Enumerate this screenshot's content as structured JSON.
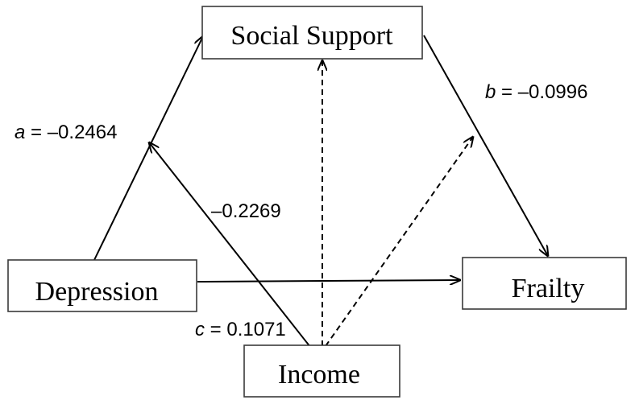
{
  "nodes": {
    "social_support": "Social Support",
    "depression": "Depression",
    "frailty": "Frailty",
    "income": "Income"
  },
  "paths": {
    "a": {
      "symbol": "a",
      "value": " = –0.2464"
    },
    "b": {
      "symbol": "b",
      "value": " = –0.0996"
    },
    "c": {
      "symbol": "c",
      "value": " = 0.1071"
    },
    "income_to_depression": "–0.2269"
  }
}
